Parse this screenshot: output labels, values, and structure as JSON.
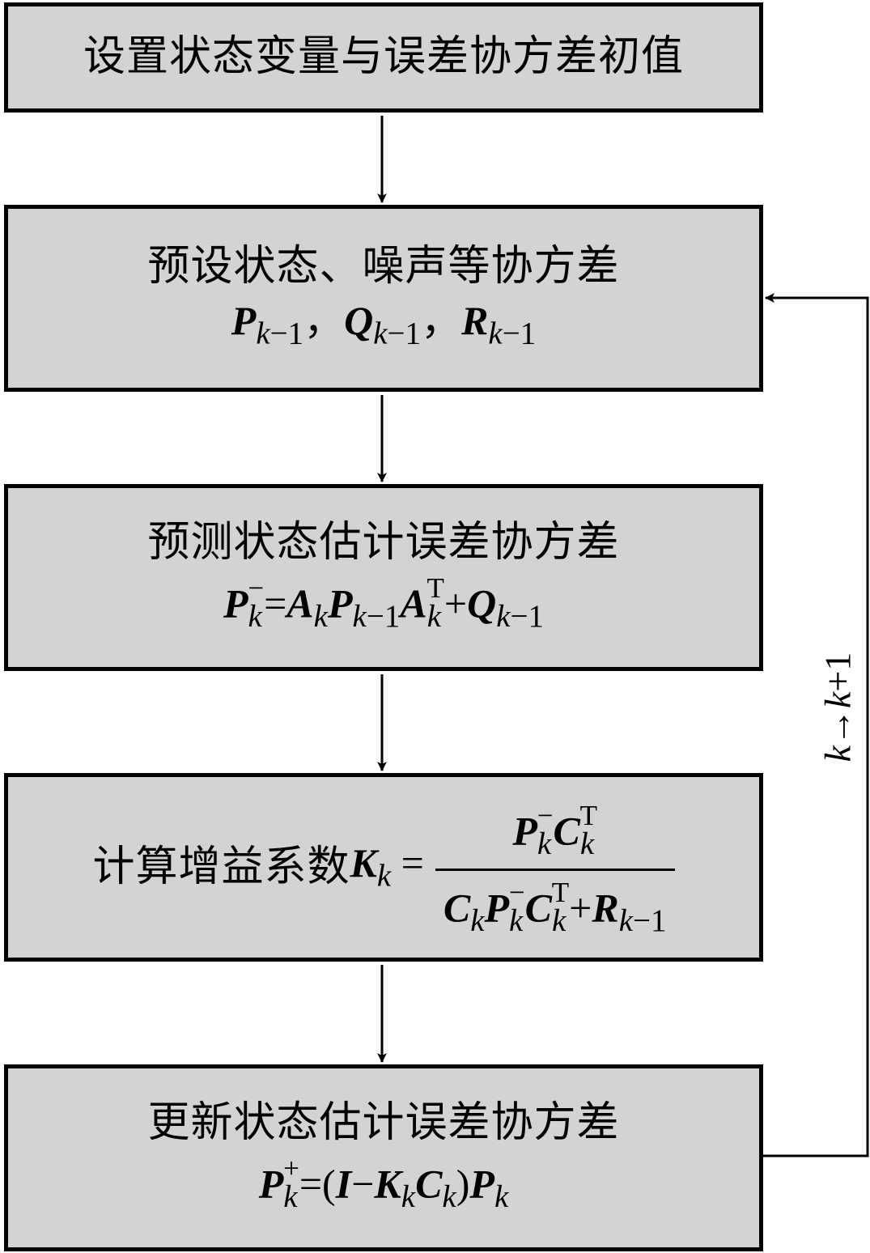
{
  "boxes": [
    {
      "title": "设置状态变量与误差协方差初值",
      "formula": null
    },
    {
      "title": "预设状态、噪声等协方差",
      "formula": [
        {
          "v": "P",
          "sub": "k",
          "tail": "−1"
        },
        "，",
        {
          "v": "Q",
          "sub": "k",
          "tail": "−1"
        },
        "，",
        {
          "v": "R",
          "sub": "k",
          "tail": "−1"
        }
      ]
    },
    {
      "title": "预测状态估计误差协方差",
      "formula": [
        {
          "v": "P",
          "sub": "k",
          "sup": "−"
        },
        "=",
        {
          "v": "A",
          "sub": "k"
        },
        {
          "v": "P",
          "sub": "k",
          "tail": "−1"
        },
        {
          "v": "A",
          "sub": "k",
          "sup": "T"
        },
        "+",
        {
          "v": "Q",
          "sub": "k",
          "tail": "−1"
        }
      ]
    },
    {
      "title": "计算增益系数",
      "lhs": [
        {
          "v": "K",
          "sub": "k"
        },
        " = "
      ],
      "numerator": [
        {
          "v": "P",
          "sub": "k",
          "sup": "−"
        },
        {
          "v": "C",
          "sub": "k",
          "sup": "T"
        }
      ],
      "denominator": [
        {
          "v": "C",
          "sub": "k"
        },
        {
          "v": "P",
          "sub": "k",
          "sup": "−"
        },
        {
          "v": "C",
          "sub": "k",
          "sup": "T"
        },
        "+",
        {
          "v": "R",
          "sub": "k",
          "tail": "−1"
        }
      ]
    },
    {
      "title": "更新状态估计误差协方差",
      "formula": [
        {
          "v": "P",
          "sub": "k",
          "sup": "+"
        },
        "=(",
        {
          "v": "I"
        },
        "−",
        {
          "v": "K",
          "sub": "k"
        },
        {
          "v": "C",
          "sub": "k"
        },
        ")",
        {
          "v": "P",
          "sub": "k"
        }
      ]
    }
  ],
  "loop": {
    "from": "k",
    "arrow": "→",
    "to": "k",
    "plus": "+1"
  }
}
